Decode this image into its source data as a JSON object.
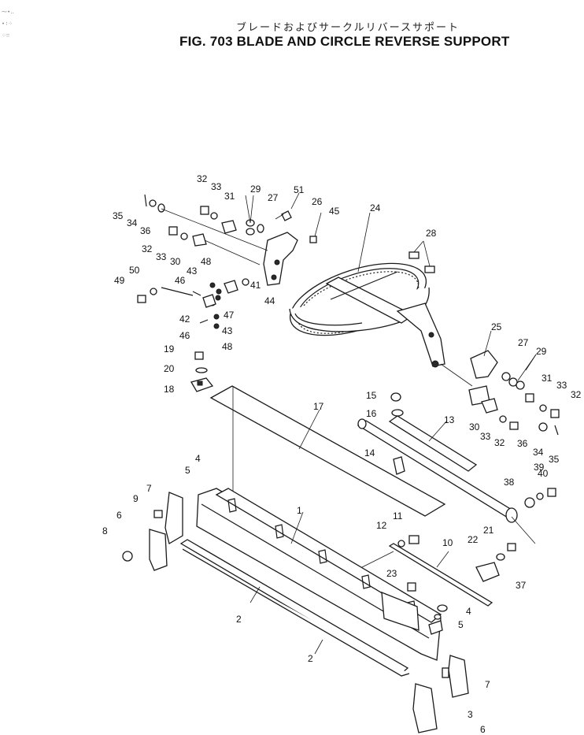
{
  "title": {
    "japanese": "ブレードおよびサークルリバースサポート",
    "english": "FIG. 703  BLADE AND CIRCLE REVERSE SUPPORT"
  },
  "callouts": [
    {
      "id": "c35a",
      "text": "35"
    },
    {
      "id": "c34a",
      "text": "34"
    },
    {
      "id": "c36a",
      "text": "36"
    },
    {
      "id": "c32a",
      "text": "32"
    },
    {
      "id": "c33a",
      "text": "33"
    },
    {
      "id": "c31a",
      "text": "31"
    },
    {
      "id": "c29a",
      "text": "29"
    },
    {
      "id": "c27a",
      "text": "27"
    },
    {
      "id": "c51",
      "text": "51"
    },
    {
      "id": "c26",
      "text": "26"
    },
    {
      "id": "c45",
      "text": "45"
    },
    {
      "id": "c24",
      "text": "24"
    },
    {
      "id": "c28",
      "text": "28"
    },
    {
      "id": "c32b",
      "text": "32"
    },
    {
      "id": "c33b",
      "text": "33"
    },
    {
      "id": "c30a",
      "text": "30"
    },
    {
      "id": "c48a",
      "text": "48"
    },
    {
      "id": "c43a",
      "text": "43"
    },
    {
      "id": "c46a",
      "text": "46"
    },
    {
      "id": "c50",
      "text": "50"
    },
    {
      "id": "c49",
      "text": "49"
    },
    {
      "id": "c41",
      "text": "41"
    },
    {
      "id": "c44",
      "text": "44"
    },
    {
      "id": "c47",
      "text": "47"
    },
    {
      "id": "c42",
      "text": "42"
    },
    {
      "id": "c43b",
      "text": "43"
    },
    {
      "id": "c46b",
      "text": "46"
    },
    {
      "id": "c48b",
      "text": "48"
    },
    {
      "id": "c19",
      "text": "19"
    },
    {
      "id": "c20",
      "text": "20"
    },
    {
      "id": "c18",
      "text": "18"
    },
    {
      "id": "c25",
      "text": "25"
    },
    {
      "id": "c27b",
      "text": "27"
    },
    {
      "id": "c29b",
      "text": "29"
    },
    {
      "id": "c31b",
      "text": "31"
    },
    {
      "id": "c33c",
      "text": "33"
    },
    {
      "id": "c32c",
      "text": "32"
    },
    {
      "id": "c15",
      "text": "15"
    },
    {
      "id": "c16",
      "text": "16"
    },
    {
      "id": "c17",
      "text": "17"
    },
    {
      "id": "c13",
      "text": "13"
    },
    {
      "id": "c30b",
      "text": "30"
    },
    {
      "id": "c33d",
      "text": "33"
    },
    {
      "id": "c32d",
      "text": "32"
    },
    {
      "id": "c36b",
      "text": "36"
    },
    {
      "id": "c34b",
      "text": "34"
    },
    {
      "id": "c35b",
      "text": "35"
    },
    {
      "id": "c14",
      "text": "14"
    },
    {
      "id": "c4a",
      "text": "4"
    },
    {
      "id": "c5a",
      "text": "5"
    },
    {
      "id": "c7a",
      "text": "7"
    },
    {
      "id": "c9",
      "text": "9"
    },
    {
      "id": "c39",
      "text": "39"
    },
    {
      "id": "c40",
      "text": "40"
    },
    {
      "id": "c38",
      "text": "38"
    },
    {
      "id": "c1",
      "text": "1"
    },
    {
      "id": "c6a",
      "text": "6"
    },
    {
      "id": "c11",
      "text": "11"
    },
    {
      "id": "c12",
      "text": "12"
    },
    {
      "id": "c21",
      "text": "21"
    },
    {
      "id": "c8",
      "text": "8"
    },
    {
      "id": "c22",
      "text": "22"
    },
    {
      "id": "c10",
      "text": "10"
    },
    {
      "id": "c37",
      "text": "37"
    },
    {
      "id": "c23",
      "text": "23"
    },
    {
      "id": "c4b",
      "text": "4"
    },
    {
      "id": "c2a",
      "text": "2"
    },
    {
      "id": "c5b",
      "text": "5"
    },
    {
      "id": "c2b",
      "text": "2"
    },
    {
      "id": "c7b",
      "text": "7"
    },
    {
      "id": "c3",
      "text": "3"
    },
    {
      "id": "c6b",
      "text": "6"
    }
  ]
}
